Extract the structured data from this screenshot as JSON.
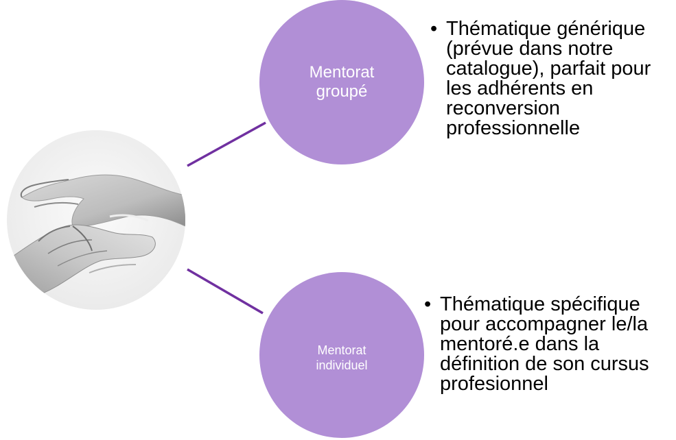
{
  "colors": {
    "circle_fill": "#b18fd6",
    "connector": "#7030a0",
    "text_dark": "#000000",
    "text_light": "#ffffff"
  },
  "photo": {
    "subject": "handshake-photo"
  },
  "nodes": {
    "top": {
      "lines": [
        "Mentorat",
        "groupé"
      ]
    },
    "bottom": {
      "lines": [
        "Mentorat",
        "individuel"
      ]
    }
  },
  "bullets": {
    "marker": "•",
    "top": {
      "lines": [
        "Thématique générique",
        "(prévue dans notre",
        "catalogue), parfait pour",
        "les adhérents en",
        "reconversion",
        "professionnelle"
      ]
    },
    "bottom": {
      "lines": [
        "Thématique spécifique",
        "pour accompagner le/la",
        "mentoré.e dans la",
        "définition de son cursus",
        "profesionnel"
      ]
    }
  }
}
